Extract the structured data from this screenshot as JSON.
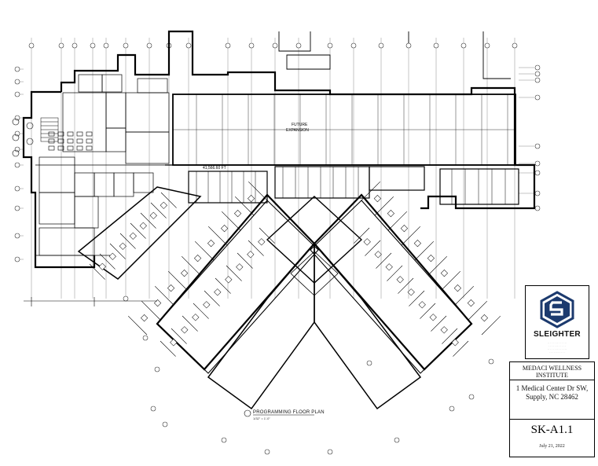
{
  "drawing": {
    "future_label_1": "FUTURE",
    "future_label_2": "EXPANSION",
    "dimension_label": "41,566.60 FT",
    "plan_title": "PROGRAMMING FLOOR PLAN",
    "plan_scale": "1/32\" = 1'-0\""
  },
  "title_block": {
    "company_name": "SLEIGHTER",
    "project_line_1": "MEDACI WELLNESS",
    "project_line_2": "INSTITUTE",
    "address_line_1": "1 Medical Center Dr SW,",
    "address_line_2": "Supply, NC 28462",
    "sheet_number": "SK-A1.1",
    "date": "July 21, 2022"
  }
}
